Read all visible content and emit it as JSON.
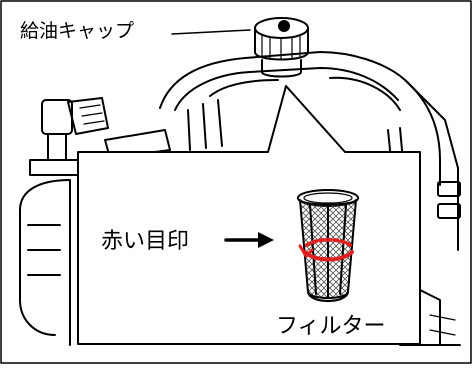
{
  "labels": {
    "fuel_cap": "給油キャップ",
    "red_mark": "赤い目印",
    "filter": "フィルター"
  },
  "colors": {
    "line": "#000000",
    "red_mark": "#e02020",
    "filter_mesh": "#555555",
    "background": "#ffffff"
  }
}
